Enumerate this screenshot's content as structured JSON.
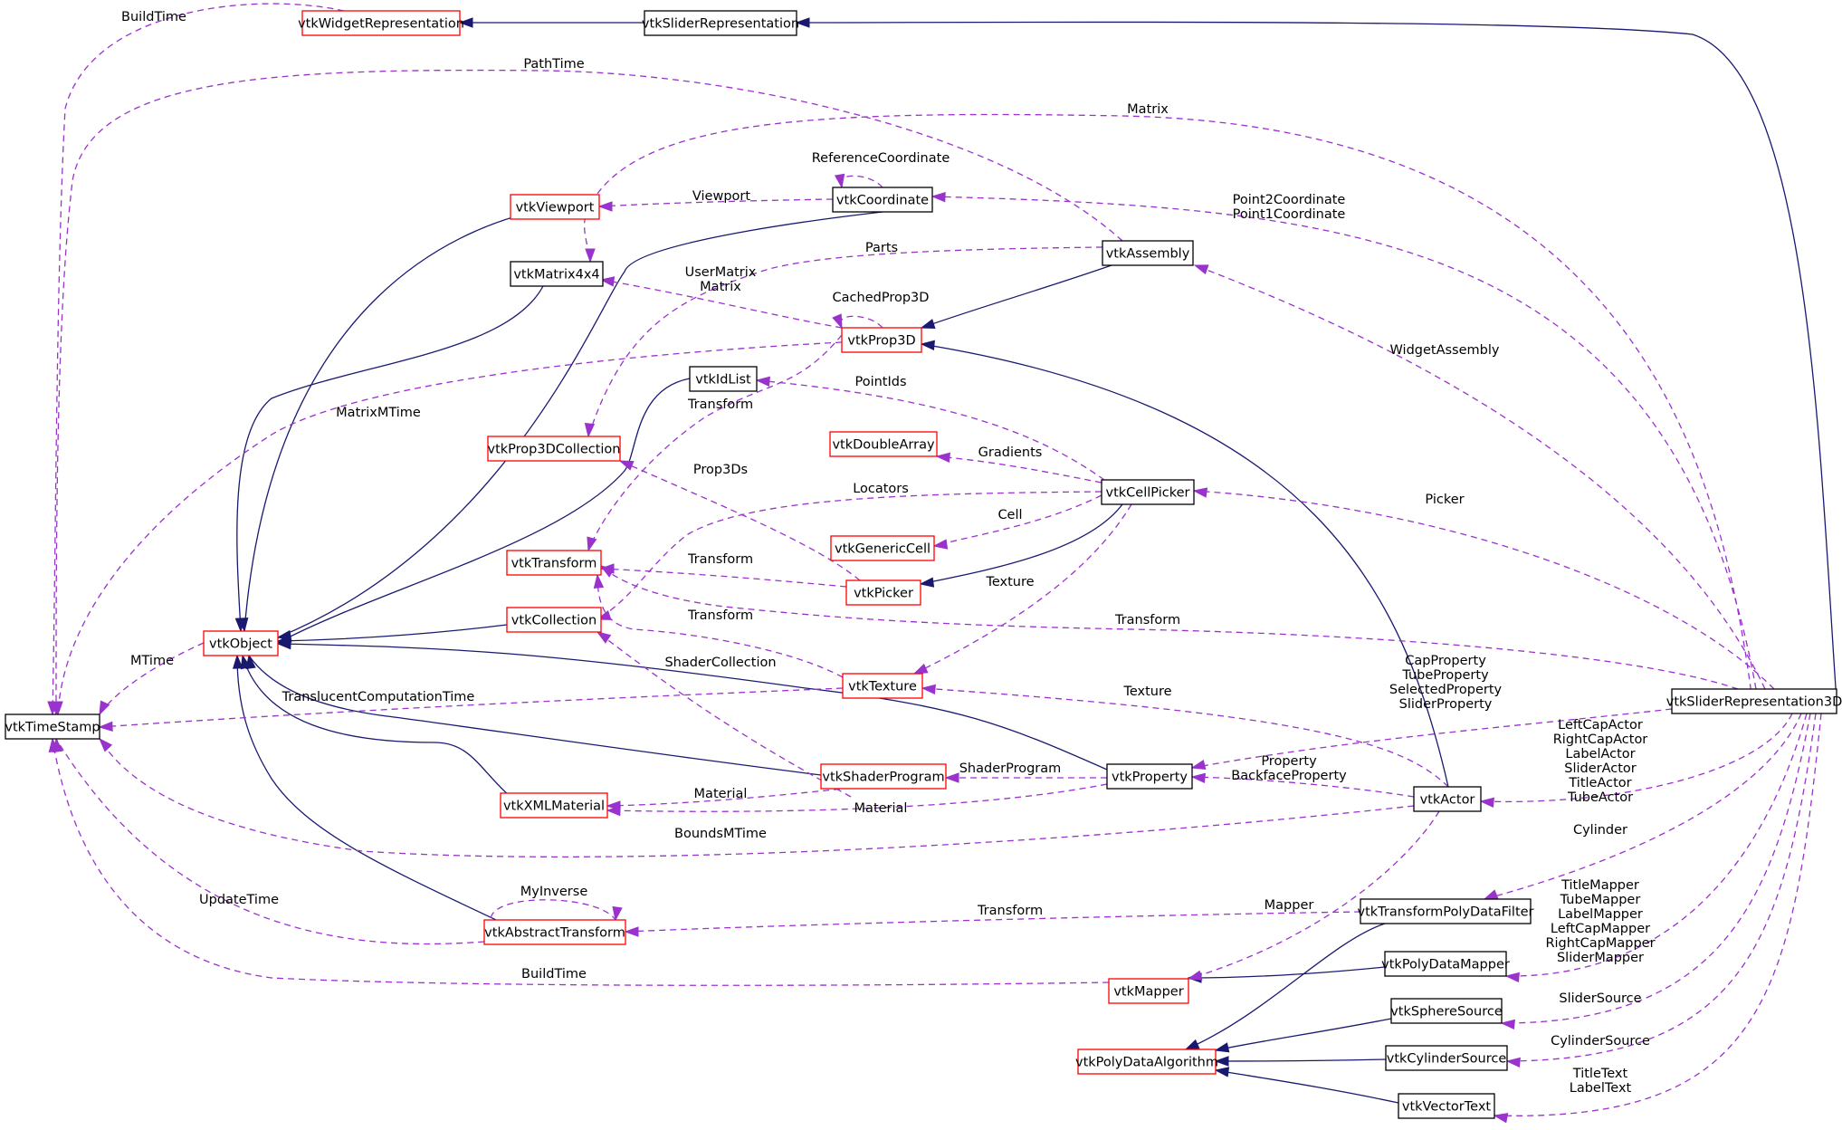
{
  "diagram": {
    "colors": {
      "solid_edge": "#191970",
      "dashed_edge": "#9a32cd",
      "truncated_border": "#ff0000",
      "normal_border": "#000000",
      "focus_fill": "#bfbfbf"
    },
    "nodes": {
      "vtkWidgetRepresentation": "vtkWidgetRepresentation",
      "vtkSliderRepresentation": "vtkSliderRepresentation",
      "vtkViewport": "vtkViewport",
      "vtkCoordinate": "vtkCoordinate",
      "vtkAssembly": "vtkAssembly",
      "vtkMatrix4x4": "vtkMatrix4x4",
      "vtkProp3D": "vtkProp3D",
      "vtkIdList": "vtkIdList",
      "vtkProp3DCollection": "vtkProp3DCollection",
      "vtkDoubleArray": "vtkDoubleArray",
      "vtkCellPicker": "vtkCellPicker",
      "vtkGenericCell": "vtkGenericCell",
      "vtkTransform": "vtkTransform",
      "vtkPicker": "vtkPicker",
      "vtkCollection": "vtkCollection",
      "vtkObject": "vtkObject",
      "vtkTexture": "vtkTexture",
      "vtkTimeStamp": "vtkTimeStamp",
      "vtkSliderRepresentation3D": "vtkSliderRepresentation3D",
      "vtkShaderProgram": "vtkShaderProgram",
      "vtkProperty": "vtkProperty",
      "vtkXMLMaterial": "vtkXMLMaterial",
      "vtkActor": "vtkActor",
      "vtkTransformPolyDataFilter": "vtkTransformPolyDataFilter",
      "vtkAbstractTransform": "vtkAbstractTransform",
      "vtkPolyDataMapper": "vtkPolyDataMapper",
      "vtkMapper": "vtkMapper",
      "vtkSphereSource": "vtkSphereSource",
      "vtkCylinderSource": "vtkCylinderSource",
      "vtkPolyDataAlgorithm": "vtkPolyDataAlgorithm",
      "vtkVectorText": "vtkVectorText"
    },
    "edge_labels": {
      "build_time_top": "BuildTime",
      "path_time": "PathTime",
      "matrix": "Matrix",
      "reference_coordinate": "ReferenceCoordinate",
      "viewport": "Viewport",
      "point_coordinate_1": "Point2Coordinate",
      "point_coordinate_2": "Point1Coordinate",
      "parts": "Parts",
      "user_matrix_1": "UserMatrix",
      "user_matrix_2": "Matrix",
      "cached_prop3d": "CachedProp3D",
      "widget_assembly": "WidgetAssembly",
      "matrix_mtime": "MatrixMTime",
      "point_ids": "PointIds",
      "transform_prop3d": "Transform",
      "gradients": "Gradients",
      "prop3ds": "Prop3Ds",
      "locators": "Locators",
      "picker": "Picker",
      "cell": "Cell",
      "transform_picker": "Transform",
      "texture_cellpicker": "Texture",
      "transform_main": "Transform",
      "transform_texture": "Transform",
      "mtime": "MTime",
      "shader_collection": "ShaderCollection",
      "property_1": "CapProperty",
      "property_2": "TubeProperty",
      "property_3": "SelectedProperty",
      "property_4": "SliderProperty",
      "translucent": "TranslucentComputationTime",
      "texture_actor": "Texture",
      "actor_1": "LeftCapActor",
      "actor_2": "RightCapActor",
      "actor_3": "LabelActor",
      "actor_4": "SliderActor",
      "actor_5": "TitleActor",
      "actor_6": "TubeActor",
      "shader_program": "ShaderProgram",
      "property_actor_1": "Property",
      "property_actor_2": "BackfaceProperty",
      "material_shader": "Material",
      "material_property": "Material",
      "bounds_mtime": "BoundsMTime",
      "cylinder": "Cylinder",
      "my_inverse": "MyInverse",
      "update_time": "UpdateTime",
      "transform_abstract": "Transform",
      "mapper": "Mapper",
      "mapper_1": "TitleMapper",
      "mapper_2": "TubeMapper",
      "mapper_3": "LabelMapper",
      "mapper_4": "LeftCapMapper",
      "mapper_5": "RightCapMapper",
      "mapper_6": "SliderMapper",
      "build_time_bottom": "BuildTime",
      "slider_source": "SliderSource",
      "cylinder_source": "CylinderSource",
      "text_1": "TitleText",
      "text_2": "LabelText"
    }
  }
}
